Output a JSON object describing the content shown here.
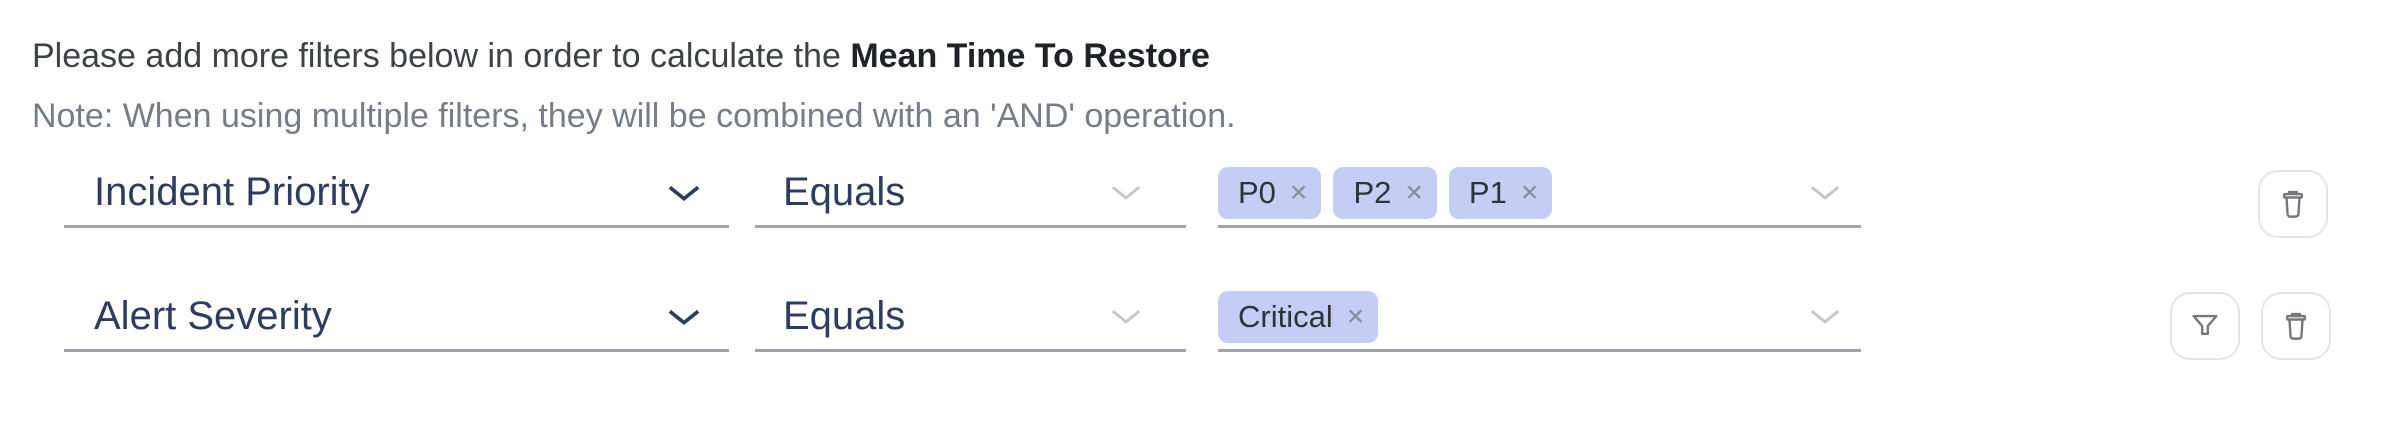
{
  "header": {
    "prefix": "Please add more filters below in order to calculate the ",
    "highlight": "Mean Time To Restore"
  },
  "note": "Note: When using multiple filters, they will be combined with an 'AND' operation.",
  "glyphs": {
    "remove": "×"
  },
  "filters": [
    {
      "attribute": "Incident Priority",
      "operator": "Equals",
      "values": [
        "P0",
        "P2",
        "P1"
      ]
    },
    {
      "attribute": "Alert Severity",
      "operator": "Equals",
      "values": [
        "Critical"
      ]
    }
  ],
  "colors": {
    "chip_background": "#c6cdf4",
    "field_text": "#2c3d60",
    "underline": "#a1a5ab",
    "note_text": "#767d86"
  }
}
